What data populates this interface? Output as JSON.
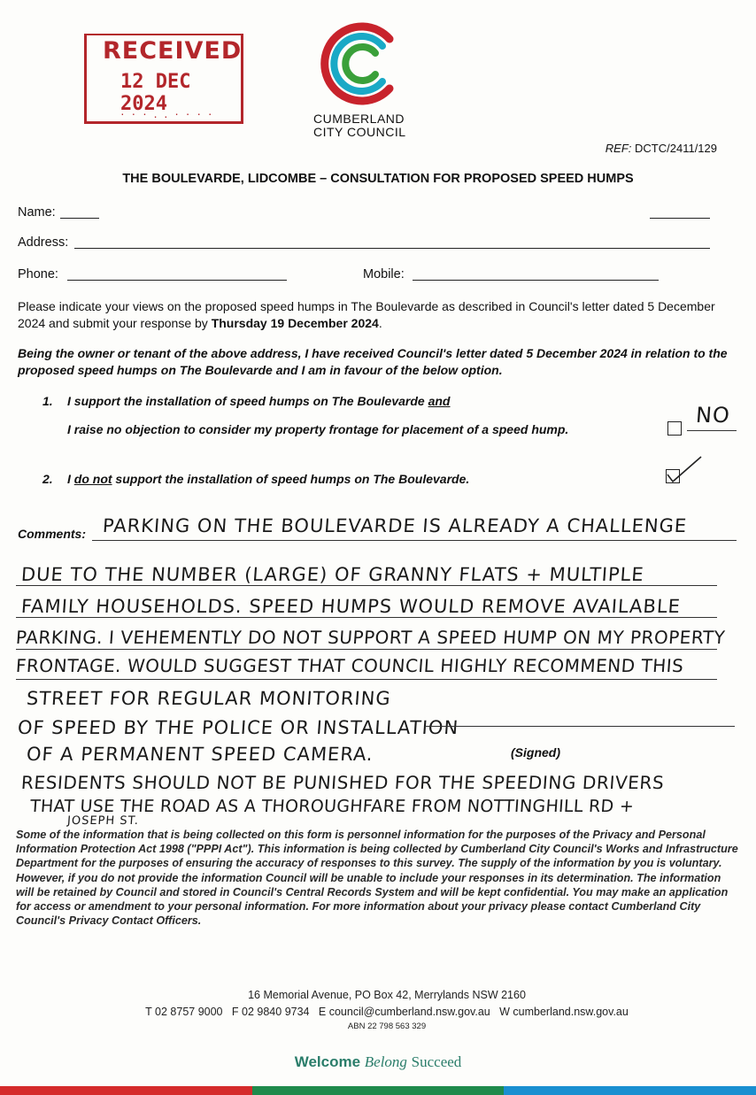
{
  "stamp": {
    "title": "RECEIVED",
    "date": "12 DEC 2024"
  },
  "org": {
    "line1": "CUMBERLAND",
    "line2": "CITY COUNCIL"
  },
  "ref": {
    "label": "REF:",
    "value": "DCTC/2411/129"
  },
  "title": "THE BOULEVARDE, LIDCOMBE – CONSULTATION FOR PROPOSED SPEED HUMPS",
  "fields": {
    "name": "Name:",
    "address": "Address:",
    "phone": "Phone:",
    "mobile": "Mobile:"
  },
  "instructions": {
    "part1": "Please indicate your views on the proposed speed humps in The Boulevarde as described in Council's letter dated 5 December 2024 and submit your response by ",
    "deadline": "Thursday 19 December 2024",
    "part2": "."
  },
  "declaration": "Being the owner or tenant of the above address, I have received Council's letter dated 5 December 2024 in relation to the proposed speed humps on The Boulevarde and I am in favour of the below option.",
  "options": [
    {
      "num": "1.",
      "line1_a": "I support the installation of speed humps on The Boulevarde ",
      "line1_b": "and",
      "line2": "I raise no objection to consider my property frontage for placement of a speed hump.",
      "handwritten": "NO",
      "checked": false
    },
    {
      "num": "2.",
      "line_a": "I ",
      "line_b": "do not",
      "line_c": " support the installation of speed humps on The Boulevarde.",
      "checked": true
    }
  ],
  "comments": {
    "label": "Comments:",
    "lines": [
      "PARKING ON THE BOULEVARDE IS ALREADY A CHALLENGE",
      "DUE TO THE NUMBER (LARGE) OF GRANNY FLATS + MULTIPLE",
      "FAMILY HOUSEHOLDS. SPEED HUMPS WOULD REMOVE AVAILABLE",
      "PARKING. I VEHEMENTLY DO NOT SUPPORT A SPEED HUMP ON MY PROPERTY",
      "FRONTAGE. WOULD SUGGEST THAT COUNCIL HIGHLY RECOMMEND THIS",
      "STREET FOR REGULAR MONITORING",
      "OF SPEED BY THE POLICE OR INSTALLATION",
      "OF A PERMANENT SPEED CAMERA.",
      "RESIDENTS SHOULD NOT BE PUNISHED FOR THE SPEEDING DRIVERS",
      "THAT USE THE ROAD AS A THOROUGHFARE FROM NOTTINGHILL RD +",
      "JOSEPH ST."
    ],
    "signed": "(Signed)"
  },
  "privacy": "Some of the information that is being collected on this form is personnel information for the purposes of the Privacy and Personal Information Protection Act 1998 (\"PPPI Act\"). This information is being collected by Cumberland City Council's Works and Infrastructure Department for the purposes of ensuring the accuracy of responses to this survey. The supply of the information by you is voluntary. However, if you do not provide the information Council will be unable to include your responses in its determination. The information will be retained by Council and stored in Council's Central Records System and will be kept confidential. You may make an application for access or amendment to your personal information. For more information about your privacy please contact Cumberland City Council's Privacy Contact Officers.",
  "footer": {
    "address": "16 Memorial Avenue, PO Box 42, Merrylands NSW 2160",
    "contacts": "T 02 8757 9000   F 02 9840 9734   E council@cumberland.nsw.gov.au   W cumberland.nsw.gov.au",
    "abn": "ABN 22 798 563 329",
    "tagline_1": "Welcome",
    "tagline_2": "Belong",
    "tagline_3": "Succeed"
  },
  "colors": {
    "stamp": "#b3262b",
    "logo_outer": "#c8232c",
    "logo_mid": "#1aa9c6",
    "logo_inner": "#3aa03a",
    "tagline": "#2a7d6a"
  }
}
